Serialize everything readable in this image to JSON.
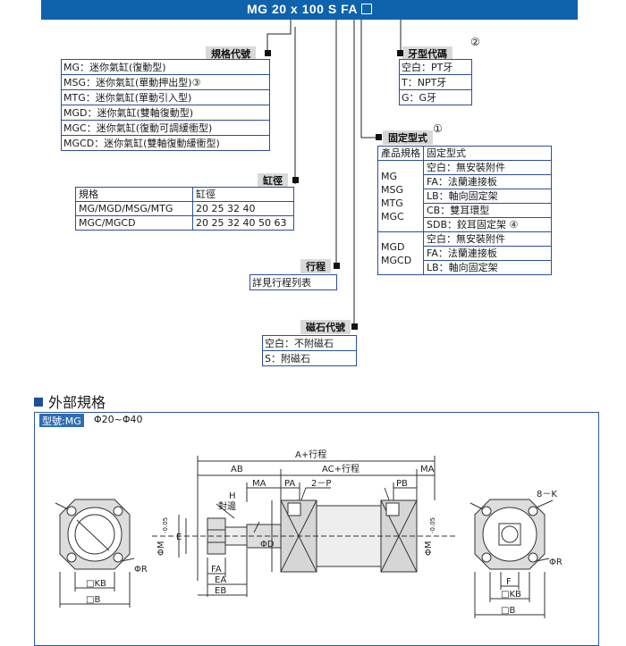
{
  "header": {
    "title": "MG 20 x 100 S FA"
  },
  "spec_code": {
    "tag": "規格代號",
    "items": [
      "MG：迷你氣缸(復動型)",
      "MSG：迷你氣缸(單動押出型)③",
      "MTG：迷你氣缸(單動引入型)",
      "MGD：迷你氣缸(雙軸復動型)",
      "MGC：迷你氣缸(復動可調緩衝型)",
      "MGCD：迷你氣缸(雙軸復動緩衝型)"
    ]
  },
  "thread_code": {
    "tag": "牙型代碼",
    "circle": "②",
    "items": [
      "空白：PT牙",
      "T：NPT牙",
      "G：G牙"
    ]
  },
  "mount_type": {
    "tag": "固定型式",
    "circle": "①",
    "header": [
      "產品規格",
      "固定型式"
    ],
    "group1_models": [
      "MG",
      "MSG",
      "MTG",
      "MGC"
    ],
    "group1_opts": [
      "空白：無安裝附件",
      "FA：法蘭連接板",
      "LB：軸向固定架",
      "CB：雙耳環型",
      "SDB：鉸耳固定架 ④"
    ],
    "group2_models": [
      "MGD",
      "MGCD"
    ],
    "group2_opts": [
      "空白：無安裝附件",
      "FA：法蘭連接板",
      "LB：軸向固定架"
    ]
  },
  "bore": {
    "tag": "缸徑",
    "header": [
      "規格",
      "缸徑"
    ],
    "rows": [
      [
        "MG/MGD/MSG/MTG",
        "20 25 32 40"
      ],
      [
        "MGC/MGCD",
        "20 25 32 40 50 63"
      ]
    ]
  },
  "stroke": {
    "tag": "行程",
    "text": "詳見行程列表"
  },
  "magnet": {
    "tag": "磁石代號",
    "items": [
      "空白：不附磁石",
      "S：附磁石"
    ]
  },
  "section": {
    "title": "外部規格"
  },
  "drawing": {
    "model_label": "型號:MG",
    "range": "Φ20~Φ40",
    "labels": {
      "a_stroke": "A+行程",
      "ab": "AB",
      "ac_stroke": "AC+行程",
      "ma": "MA",
      "pa": "PA",
      "two_p": "2－P",
      "pb": "PB",
      "h": "H",
      "opposite": "對邊",
      "e": "E",
      "phid": "ΦD",
      "fa": "FA",
      "ea": "EA",
      "eb": "EB",
      "phim": "ΦM",
      "tol": "-0.05",
      "kb": "□KB",
      "b": "□B",
      "phir": "ΦR",
      "eightk": "8－K",
      "f": "F"
    }
  }
}
